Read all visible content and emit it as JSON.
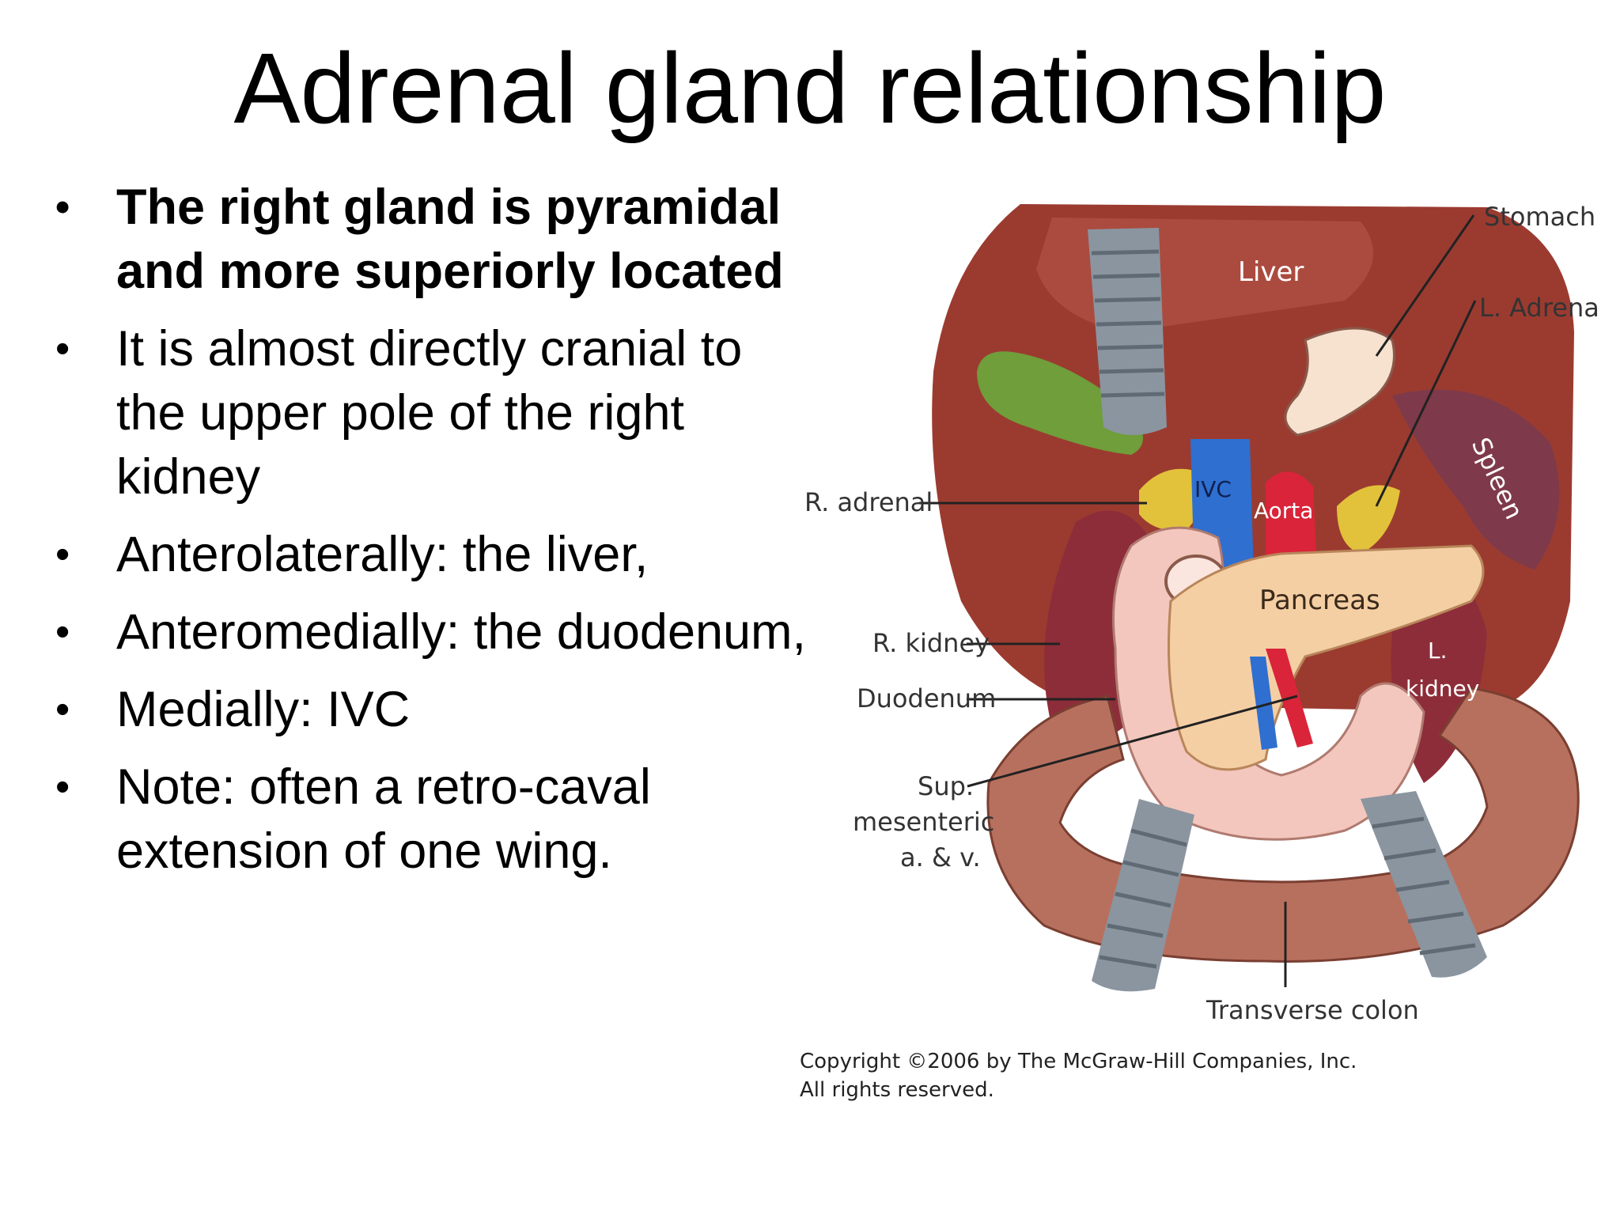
{
  "title": "Adrenal gland relationship",
  "bullets": [
    "The right gland is pyramidal and more superiorly located",
    "It is almost directly cranial to the upper pole of the right kidney",
    "Anterolaterally: the liver,",
    "Anteromedially: the duodenum,",
    "Medially: IVC",
    "Note: often a retro-caval extension of one wing."
  ],
  "bullet_glyph": "•",
  "figure": {
    "labels": {
      "stomach": "Stomach",
      "l_adrenal": "L. Adrenal",
      "liver": "Liver",
      "spleen": "Spleen",
      "r_adrenal": "R. adrenal",
      "ivc": "IVC",
      "aorta": "Aorta",
      "pancreas": "Pancreas",
      "r_kidney": "R. kidney",
      "l_kidney_1": "L.",
      "l_kidney_2": "kidney",
      "duodenum": "Duodenum",
      "sup_mes_1": "Sup.",
      "sup_mes_2": "mesenteric",
      "sup_mes_3": "a. & v.",
      "transverse_colon": "Transverse colon"
    },
    "copyright_line1": "Copyright ©2006 by The McGraw-Hill Companies, Inc.",
    "copyright_line2": "All rights reserved."
  },
  "colors": {
    "liver": "#9b3b30",
    "liver_light": "#b85a4d",
    "gallbladder": "#6f9e3a",
    "ivc": "#2f6fd0",
    "aorta": "#d9243a",
    "adrenal": "#e2c23a",
    "pancreas": "#f5cfa4",
    "duodenum": "#f3c7bd",
    "kidney": "#8e2d3a",
    "spleen": "#7e3a4a",
    "colon": "#b8705e",
    "retractor": "#8a95a0"
  }
}
